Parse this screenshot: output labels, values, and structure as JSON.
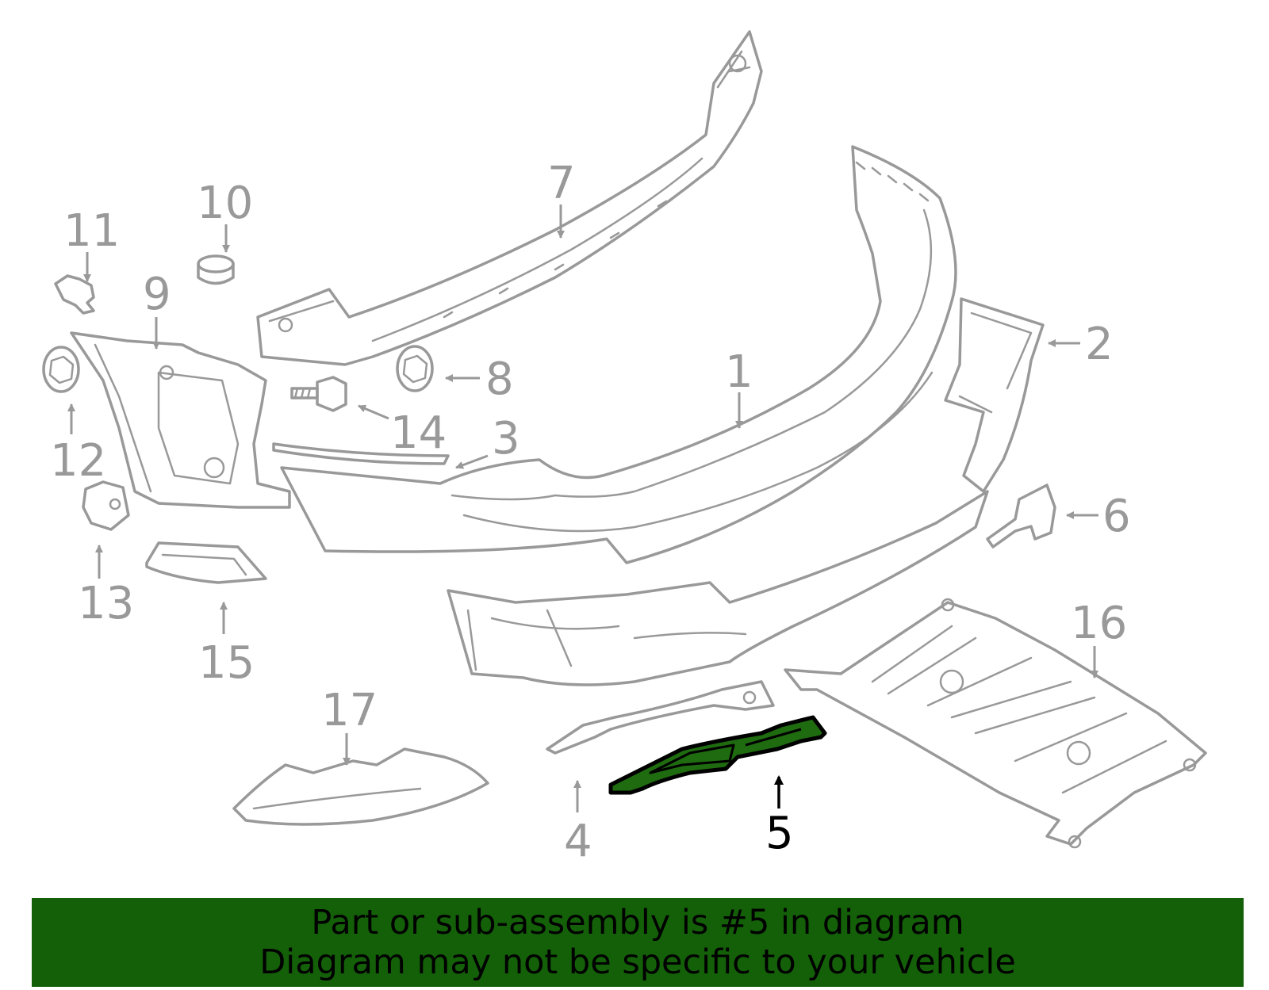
{
  "diagram": {
    "callouts": [
      "1",
      "2",
      "3",
      "4",
      "5",
      "6",
      "7",
      "8",
      "9",
      "10",
      "11",
      "12",
      "13",
      "14",
      "15",
      "16",
      "17"
    ],
    "highlighted_part": "5",
    "highlight_color": "#1f6b10",
    "line_color": "#999999"
  },
  "banner": {
    "line1": "Part or sub-assembly is #5 in diagram",
    "line2": "Diagram may not be specific to your vehicle",
    "background": "#146009"
  }
}
